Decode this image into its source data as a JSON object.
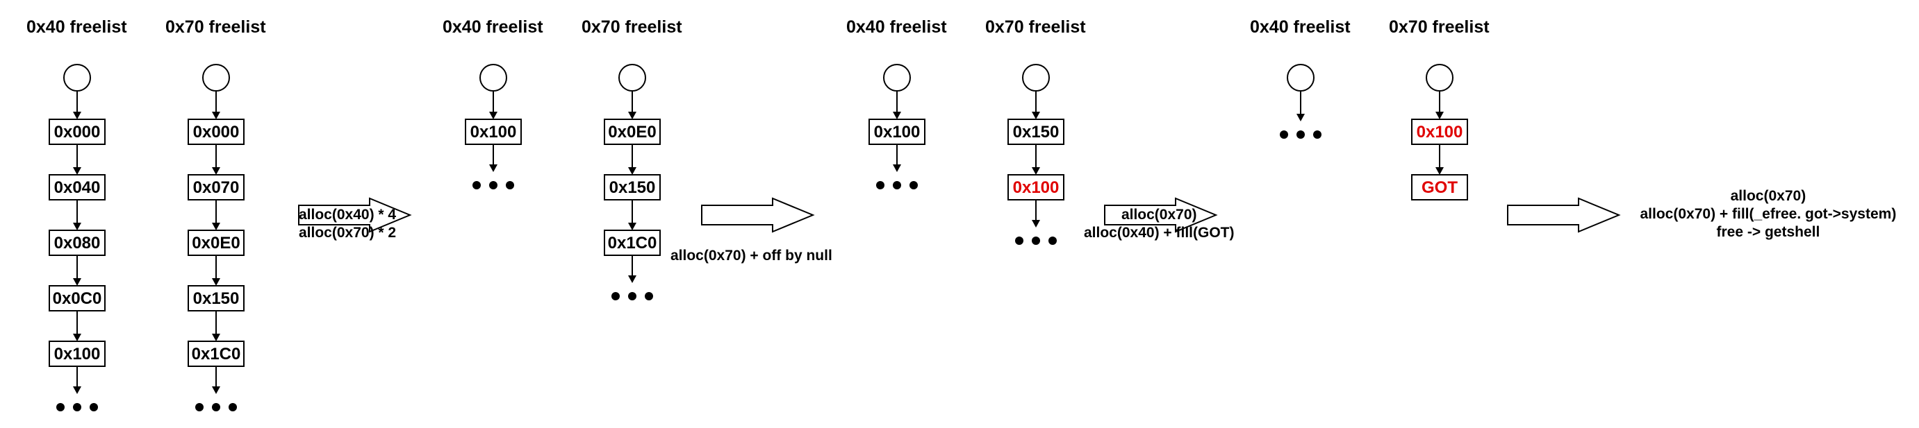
{
  "colors": {
    "line": "#000000",
    "highlight": "#e00000",
    "background": "#ffffff"
  },
  "stages": [
    {
      "lists": [
        {
          "title": "0x40 freelist",
          "nodes": [
            {
              "label": "0x000",
              "highlight": false
            },
            {
              "label": "0x040",
              "highlight": false
            },
            {
              "label": "0x080",
              "highlight": false
            },
            {
              "label": "0x0C0",
              "highlight": false
            },
            {
              "label": "0x100",
              "highlight": false
            }
          ],
          "ellipsis": true
        },
        {
          "title": "0x70 freelist",
          "nodes": [
            {
              "label": "0x000",
              "highlight": false
            },
            {
              "label": "0x070",
              "highlight": false
            },
            {
              "label": "0x0E0",
              "highlight": false
            },
            {
              "label": "0x150",
              "highlight": false
            },
            {
              "label": "0x1C0",
              "highlight": false
            }
          ],
          "ellipsis": true
        }
      ]
    },
    {
      "lists": [
        {
          "title": "0x40 freelist",
          "nodes": [
            {
              "label": "0x100",
              "highlight": false
            }
          ],
          "ellipsis": true
        },
        {
          "title": "0x70 freelist",
          "nodes": [
            {
              "label": "0x0E0",
              "highlight": false
            },
            {
              "label": "0x150",
              "highlight": false
            },
            {
              "label": "0x1C0",
              "highlight": false
            }
          ],
          "ellipsis": true
        }
      ]
    },
    {
      "lists": [
        {
          "title": "0x40 freelist",
          "nodes": [
            {
              "label": "0x100",
              "highlight": false
            }
          ],
          "ellipsis": true
        },
        {
          "title": "0x70 freelist",
          "nodes": [
            {
              "label": "0x150",
              "highlight": false
            },
            {
              "label": "0x100",
              "highlight": true
            }
          ],
          "ellipsis": true
        }
      ]
    },
    {
      "lists": [
        {
          "title": "0x40 freelist",
          "nodes": [],
          "ellipsis": true
        },
        {
          "title": "0x70 freelist",
          "nodes": [
            {
              "label": "0x100",
              "highlight": true
            },
            {
              "label": "GOT",
              "highlight": true
            }
          ],
          "ellipsis": false
        }
      ]
    }
  ],
  "transitions": [
    {
      "caption": [
        "alloc(0x40) * 4",
        "alloc(0x70) * 2"
      ]
    },
    {
      "caption": [
        "alloc(0x70) + off by null"
      ]
    },
    {
      "caption": [
        "alloc(0x70)",
        "alloc(0x40) + fill(GOT)"
      ]
    },
    {
      "caption": [
        "alloc(0x70)",
        "alloc(0x70) + fill(_efree. got->system)",
        "free -> getshell"
      ]
    }
  ]
}
